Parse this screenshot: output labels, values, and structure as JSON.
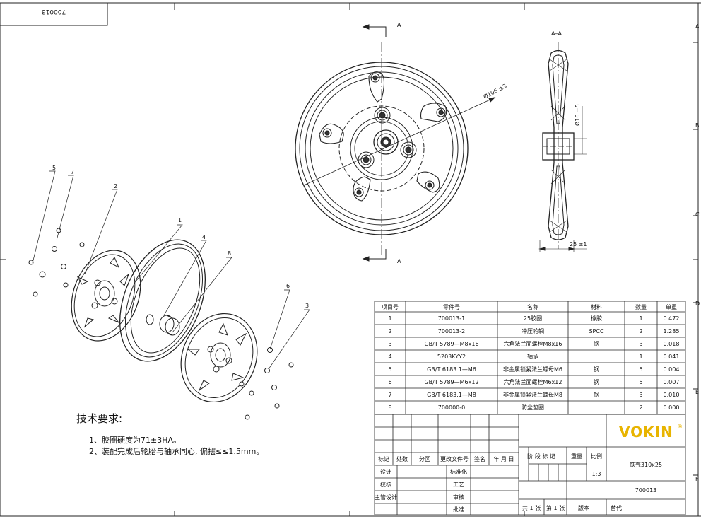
{
  "drawing": {
    "title_box_rotated": "700013",
    "section_marker": "A",
    "section_title": "A–A",
    "dim_diameter": "Ø106 ±3",
    "dim_bore": "Ø16 ±5",
    "dim_width": "25 ±1",
    "border_letters": [
      "A",
      "B",
      "C",
      "D",
      "E",
      "F"
    ],
    "callouts": [
      "5",
      "7",
      "2",
      "1",
      "4",
      "8",
      "6",
      "3"
    ]
  },
  "notes": {
    "title": "技术要求:",
    "items": [
      "1、胶圈硬度为71±3HA。",
      "2、装配完成后轮胎与轴承同心, 偏摆≤≤1.5mm。"
    ]
  },
  "bom": {
    "headers": [
      "项目号",
      "零件号",
      "名称",
      "材料",
      "数量",
      "单重"
    ],
    "rows": [
      [
        "1",
        "700013-1",
        "25胶圈",
        "橡胶",
        "1",
        "0.472"
      ],
      [
        "2",
        "700013-2",
        "冲压轮辋",
        "SPCC",
        "2",
        "1.285"
      ],
      [
        "3",
        "GB/T 5789—M8x16",
        "六角法兰面螺栓M8x16",
        "钢",
        "3",
        "0.018"
      ],
      [
        "4",
        "5203KYY2",
        "轴承",
        "",
        "1",
        "0.041"
      ],
      [
        "5",
        "GB/T 6183.1—M6",
        "非金属锁紧法兰螺母M6",
        "钢",
        "5",
        "0.004"
      ],
      [
        "6",
        "GB/T 5789—M6x12",
        "六角法兰面螺栓M6x12",
        "钢",
        "5",
        "0.007"
      ],
      [
        "7",
        "GB/T 6183.1—M8",
        "非金属锁紧法兰螺母M8",
        "钢",
        "3",
        "0.010"
      ],
      [
        "8",
        "700000-0",
        "防尘垫圈",
        "",
        "2",
        "0.000"
      ]
    ]
  },
  "title_block": {
    "brand": "VOKIN",
    "brand_mark": "®",
    "rev_headers": [
      "标记",
      "处数",
      "分区",
      "更改文件号",
      "签名",
      "年 月 日"
    ],
    "stage_headers": [
      "阶 段 标 记",
      "重量",
      "比例"
    ],
    "roles_left": [
      "设计",
      "校核",
      "主管设计"
    ],
    "roles_mid": [
      "标准化",
      "工艺",
      "审核",
      "批准"
    ],
    "scale": "1:3",
    "part_name": "铁壳310x25",
    "drawing_no": "700013",
    "sheets_total": "共 1 张",
    "sheet_no": "第 1 张",
    "version": "版本",
    "replace": "替代"
  }
}
